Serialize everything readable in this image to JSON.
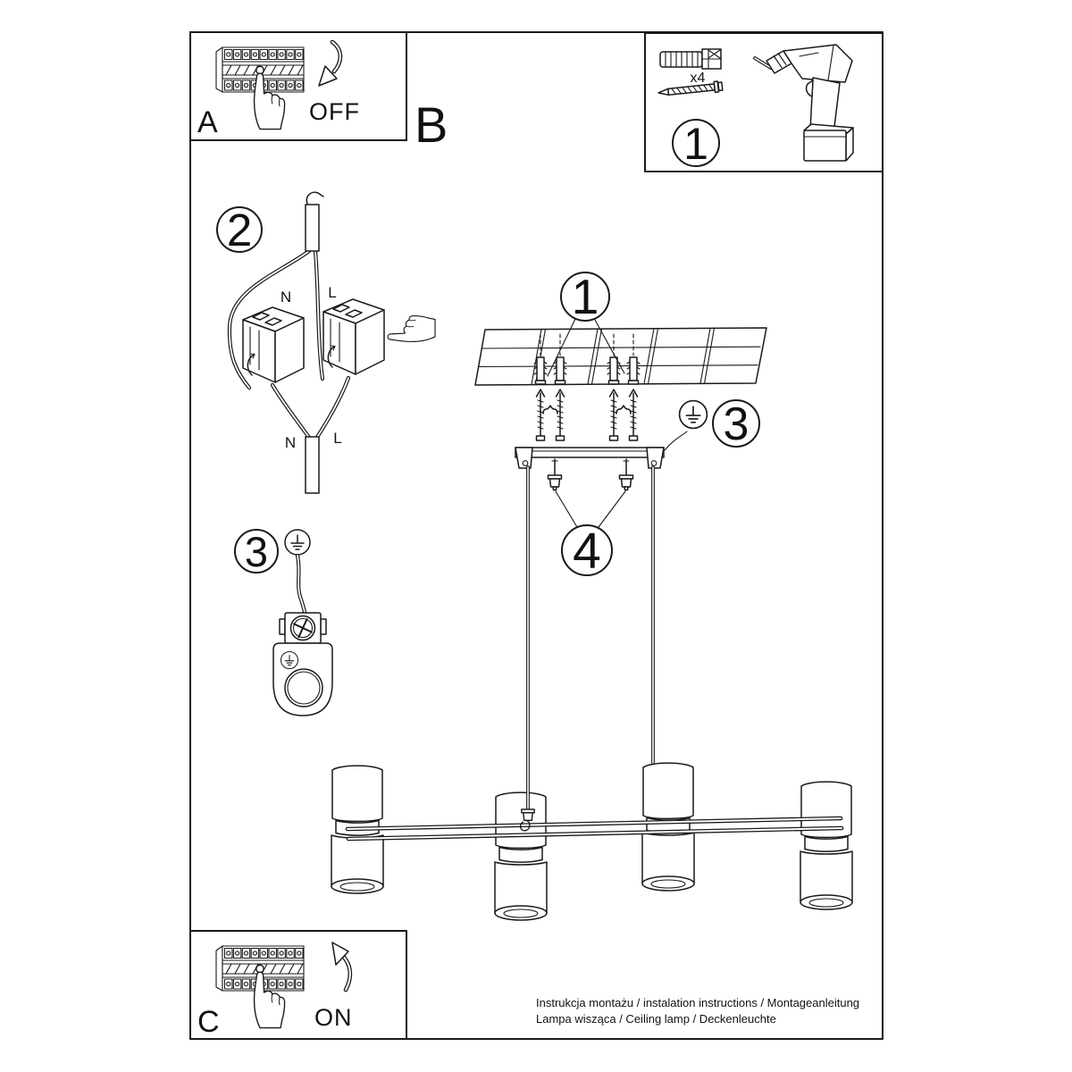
{
  "document": {
    "section_b_label": "B",
    "footer_line1": "Instrukcja montażu / instalation instructions / Montageanleitung",
    "footer_line2": "Lampa wisząca / Ceiling lamp / Deckenleuchte"
  },
  "step_a": {
    "label": "A",
    "action": "OFF"
  },
  "step_c": {
    "label": "C",
    "action": "ON"
  },
  "tools_panel": {
    "callout": "1",
    "anchor_qty": "x4"
  },
  "wiring_step": {
    "callout": "2",
    "block_left": "N",
    "block_right": "L",
    "wire_left": "N",
    "wire_right": "L"
  },
  "ground_step": {
    "callout": "3"
  },
  "mounting": {
    "callout_anchors": "1",
    "callout_ground": "3",
    "callout_grippers": "4"
  },
  "colors": {
    "ink": "#1a1a1a",
    "paper": "#ffffff"
  }
}
